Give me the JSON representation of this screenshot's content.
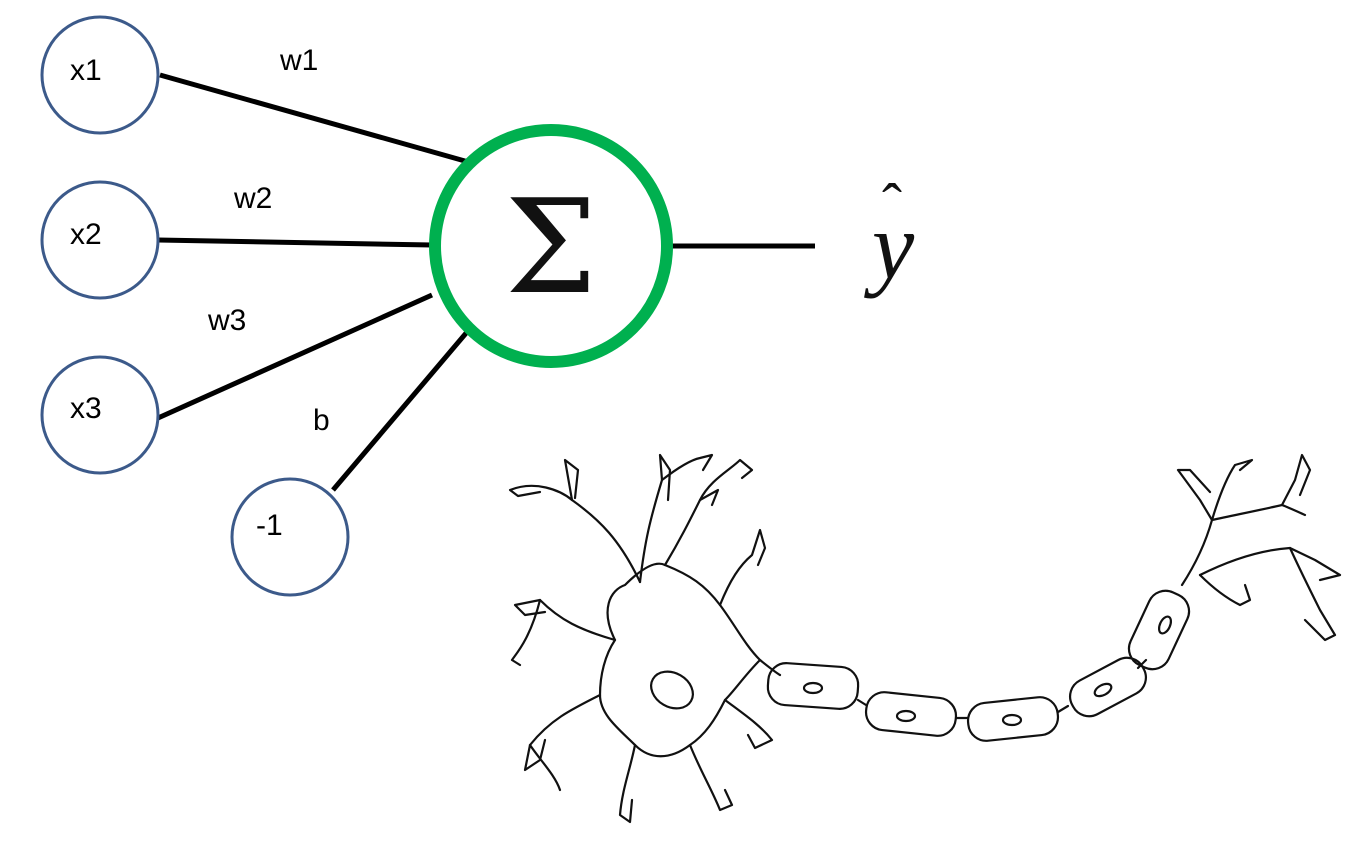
{
  "colors": {
    "input_node_stroke": "#3c5a8a",
    "sum_node_stroke": "#00b04f",
    "edge": "#000000",
    "neuron_outline": "#111111"
  },
  "inputs": {
    "x1": "x1",
    "x2": "x2",
    "x3": "x3",
    "bias": "-1"
  },
  "weights": {
    "w1": "w1",
    "w2": "w2",
    "w3": "w3",
    "b": "b"
  },
  "sum_symbol": "Σ",
  "output": {
    "symbol": "y",
    "hat": "ˆ"
  },
  "icons": {
    "neuron_illustration": "biological-neuron-icon"
  }
}
